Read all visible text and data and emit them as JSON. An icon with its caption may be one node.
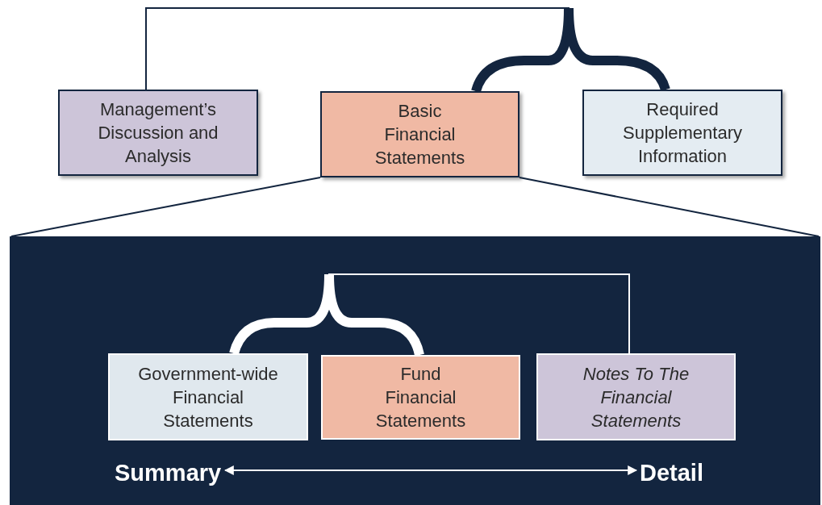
{
  "diagram": {
    "nodes": [
      {
        "text": [
          "Management’s Discussion and Analysis"
        ]
      },
      {
        "text": [
          "Basic Financial Statements"
        ]
      },
      {
        "text": [
          "Required Supplementary Information"
        ]
      },
      {
        "text": [],
        "shape": "box"
      },
      {
        "text": [
          "Government-wide Financial Statements"
        ],
        "in": 3
      },
      {
        "text": [
          "Fund Financial Statements"
        ],
        "in": 3
      },
      {
        "text": [
          "Notes To The Financial Statements"
        ],
        "in": 3
      },
      {
        "text": [
          "Summary"
        ],
        "in": 3
      },
      {
        "text": [
          "Detail"
        ],
        "in": 3
      }
    ],
    "edges": [
      {
        "from": 1,
        "to": 0,
        "arrow": "none"
      },
      {
        "from": 2,
        "to": 0,
        "arrow": "none"
      },
      {
        "from": 1,
        "to": 3,
        "arrow": "none"
      },
      {
        "from": 1,
        "to": 3,
        "arrow": "none"
      },
      {
        "from": 4,
        "to": 6,
        "arrow": "none",
        "color": "#ffffff"
      },
      {
        "from": 5,
        "to": 6,
        "arrow": "none",
        "color": "#ffffff"
      },
      {
        "from": 7,
        "to": 8,
        "arrow": "both",
        "color": "#ffffff"
      }
    ]
  }
}
